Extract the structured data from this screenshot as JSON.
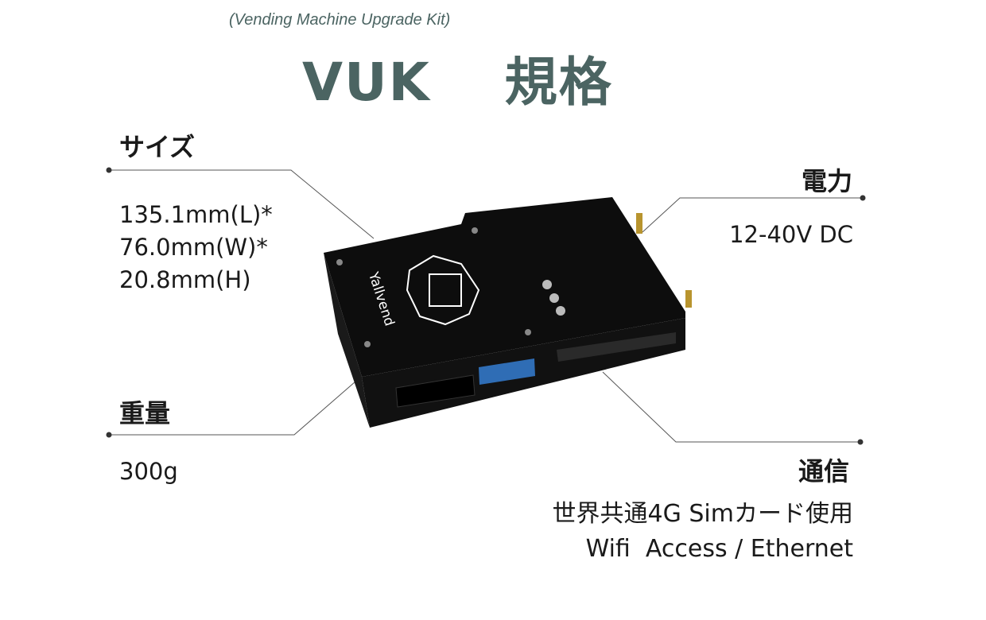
{
  "header": {
    "subtitle": "(Vending Machine Upgrade Kit)",
    "title": "VUK　 規格"
  },
  "size": {
    "heading": "サイズ",
    "lines": [
      "135.1mm(L)*",
      "76.0mm(W)*",
      "20.8mm(H)"
    ]
  },
  "weight": {
    "heading": "重量",
    "value": "300g"
  },
  "power": {
    "heading": "電力",
    "value": "12-40V DC"
  },
  "comm": {
    "heading": "通信",
    "lines": [
      "世界共通4G Simカード使用",
      "Wifi  Access / Ethernet"
    ]
  },
  "product": {
    "brand": "Yallvend"
  }
}
